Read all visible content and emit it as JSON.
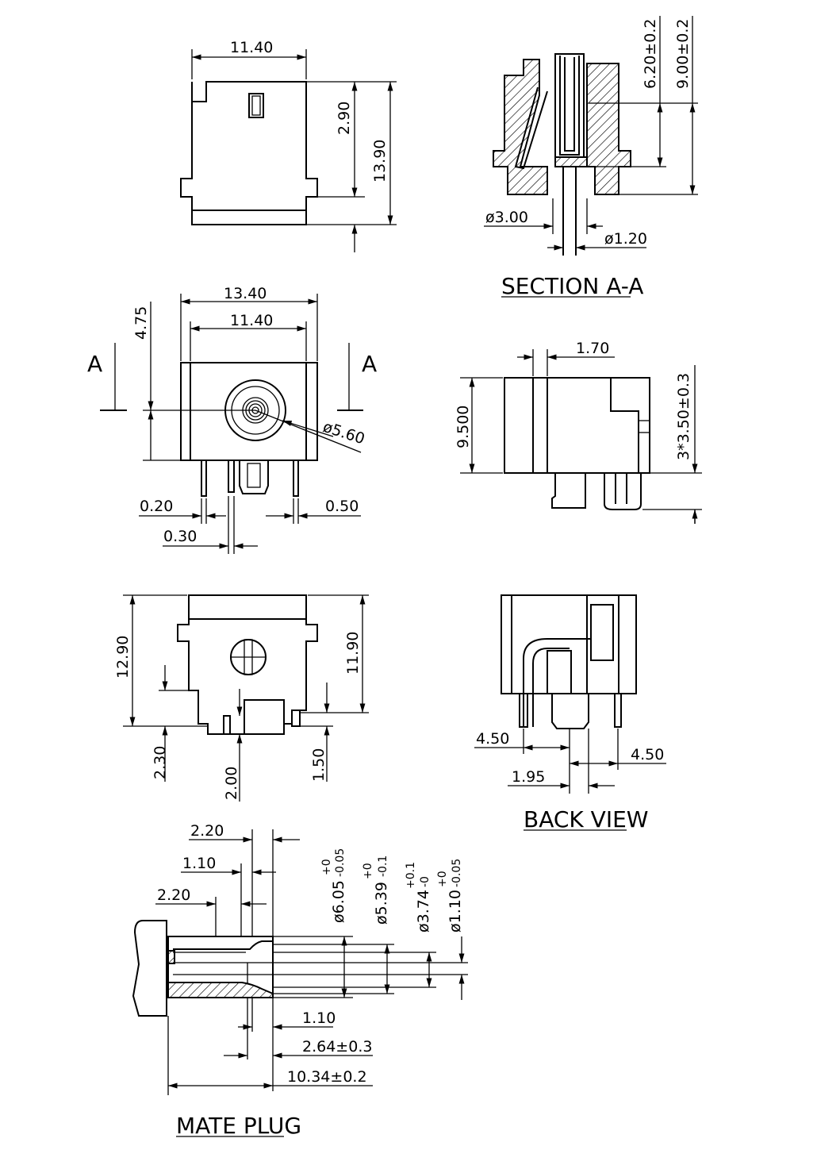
{
  "views": {
    "top": {
      "width": "11.40",
      "offset": "2.90",
      "height": "13.90"
    },
    "section": {
      "title": "SECTION A-A",
      "pin_height": "6.20±0.2",
      "overall_height": "9.00±0.2",
      "hole_dia": "ø3.00",
      "pin_dia": "ø1.20"
    },
    "front": {
      "outer_width": "13.40",
      "inner_width": "11.40",
      "center_height": "4.75",
      "section_left": "A",
      "section_right": "A",
      "opening_dia": "ø5.60",
      "gap_left": "0.20",
      "gap_center": "0.30",
      "gap_right": "0.50"
    },
    "side": {
      "step": "1.70",
      "height": "9.500",
      "pin_length": "3*3.50±0.3"
    },
    "bottom": {
      "height_outer": "12.90",
      "height_inner": "11.90",
      "dim_a": "2.30",
      "dim_b": "2.00",
      "dim_c": "1.50"
    },
    "back": {
      "title": "BACK VIEW",
      "left": "4.50",
      "right": "4.50",
      "center": "1.95"
    },
    "mate_plug": {
      "title": "MATE PLUG",
      "dim_top": "2.20",
      "dim_mid": "1.10",
      "dim_left": "2.20",
      "dia_outer": "ø6.05",
      "dia_outer_tol_up": "+0",
      "dia_outer_tol_dn": "-0.05",
      "dia_body": "ø5.39",
      "dia_body_tol_up": "+0",
      "dia_body_tol_dn": "-0.1",
      "dia_inner": "ø3.74",
      "dia_inner_tol_up": "+0.1",
      "dia_inner_tol_dn": "-0",
      "dia_pin": "ø1.10",
      "dia_pin_tol_up": "+0",
      "dia_pin_tol_dn": "-0.05",
      "dim_tip": "1.10",
      "dim_depth": "2.64±0.3",
      "dim_length": "10.34±0.2"
    }
  }
}
